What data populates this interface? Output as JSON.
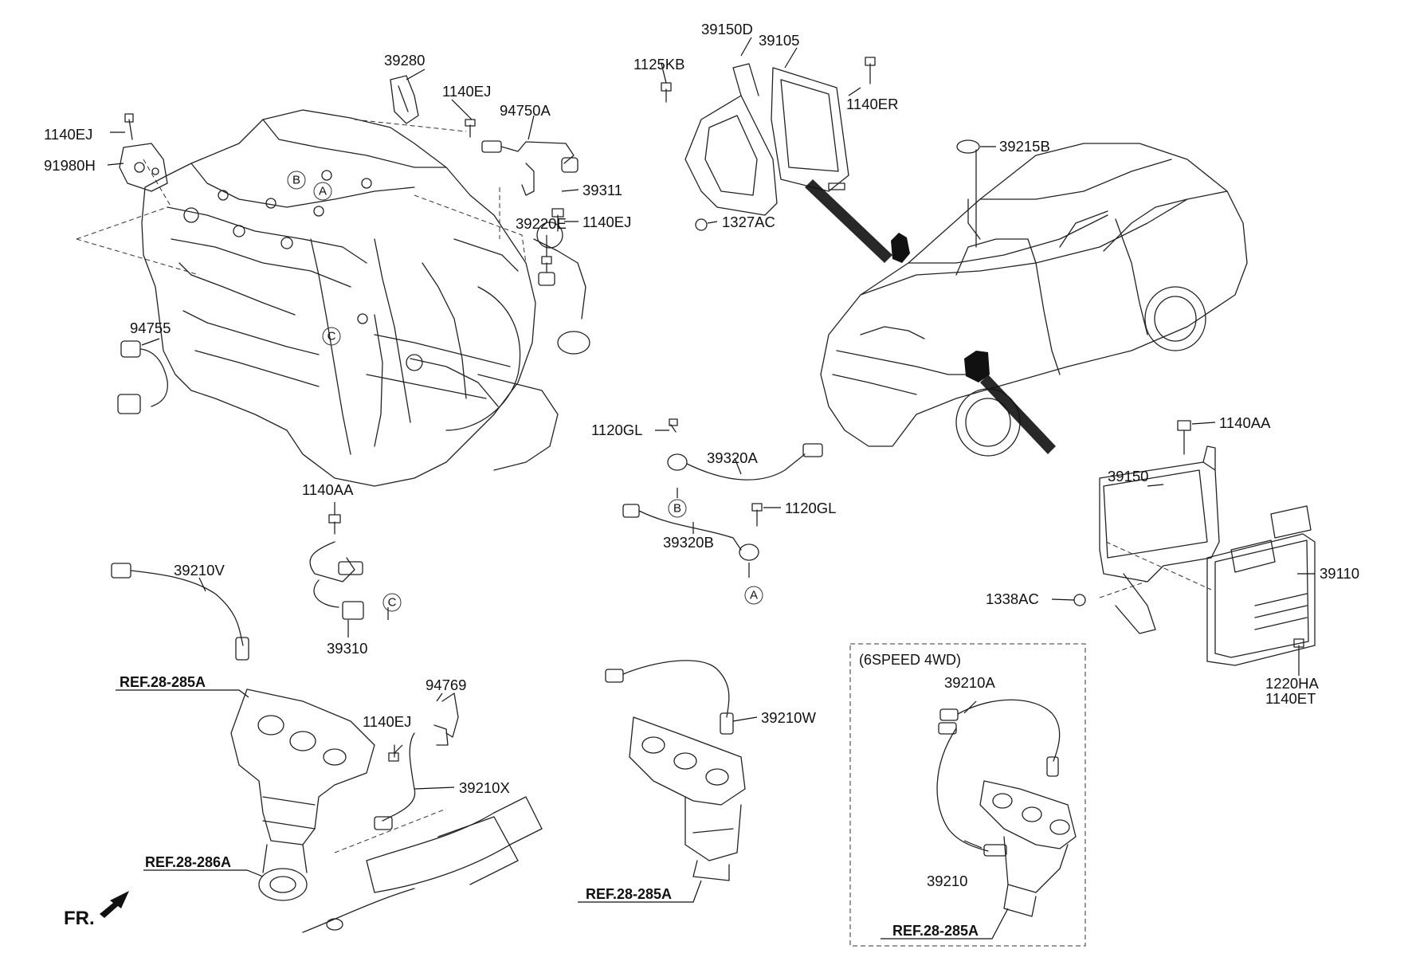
{
  "labels": {
    "p39280": "39280",
    "p1140ej_a": "1140EJ",
    "p1140ej_b": "1140EJ",
    "p91980h": "91980H",
    "p94750a": "94750A",
    "p39311": "39311",
    "p1140ej_c": "1140EJ",
    "p39220e": "39220E",
    "p94755": "94755",
    "p39150d": "39150D",
    "p39105": "39105",
    "p1125kb": "1125KB",
    "p1140er": "1140ER",
    "p1327ac": "1327AC",
    "p39215b": "39215B",
    "p1140aa_right": "1140AA",
    "p39150": "39150",
    "p39110": "39110",
    "p1338ac": "1338AC",
    "p1220ha": "1220HA",
    "p1140et": "1140ET",
    "p1120gl_a": "1120GL",
    "p39320a": "39320A",
    "p1120gl_b": "1120GL",
    "p39320b": "39320B",
    "p1140aa_left": "1140AA",
    "p39210v": "39210V",
    "p39310": "39310",
    "p94769": "94769",
    "p1140ej_d": "1140EJ",
    "p39210x": "39210X",
    "p39210w": "39210W",
    "p39210a": "39210A",
    "p39210": "39210"
  },
  "refs": {
    "ref_285a_left": "REF.28-285A",
    "ref_286a": "REF.28-286A",
    "ref_285a_mid": "REF.28-285A",
    "ref_285a_box": "REF.28-285A"
  },
  "group_box": {
    "title": "(6SPEED 4WD)"
  },
  "orientation": {
    "fr_label": "FR."
  },
  "callouts": {
    "A": "A",
    "B": "B",
    "C": "C"
  }
}
